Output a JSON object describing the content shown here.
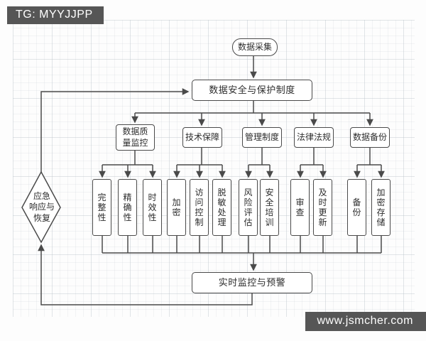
{
  "badges": {
    "telegram": "TG: MYYJJPP",
    "website": "www.jsmcher.com"
  },
  "diagram": {
    "nodes": {
      "data_collection": "数据采集",
      "security_policy": "数据安全与保护制度",
      "monitoring": "实时监控与预警",
      "emergency": "应急响应与恢复",
      "emergency_lines": [
        "应急",
        "响应与",
        "恢复"
      ]
    },
    "categories": [
      {
        "label": "数据质量监控",
        "children": [
          "完整性",
          "精确性",
          "时效性"
        ]
      },
      {
        "label": "技术保障",
        "children": [
          "加密",
          "访问控制",
          "脱敏处理"
        ]
      },
      {
        "label": "管理制度",
        "children": [
          "风险评估",
          "安全培训"
        ]
      },
      {
        "label": "法律法规",
        "children": [
          "审查",
          "及时更新"
        ]
      },
      {
        "label": "数据备份",
        "children": [
          "备份",
          "加密存储"
        ]
      }
    ],
    "colors": {
      "line": "#4a4a4a",
      "node_fill": "#ffffff",
      "text": "#2d2d2d",
      "badge_bg": "#565656",
      "badge_text": "#ffffff"
    }
  }
}
